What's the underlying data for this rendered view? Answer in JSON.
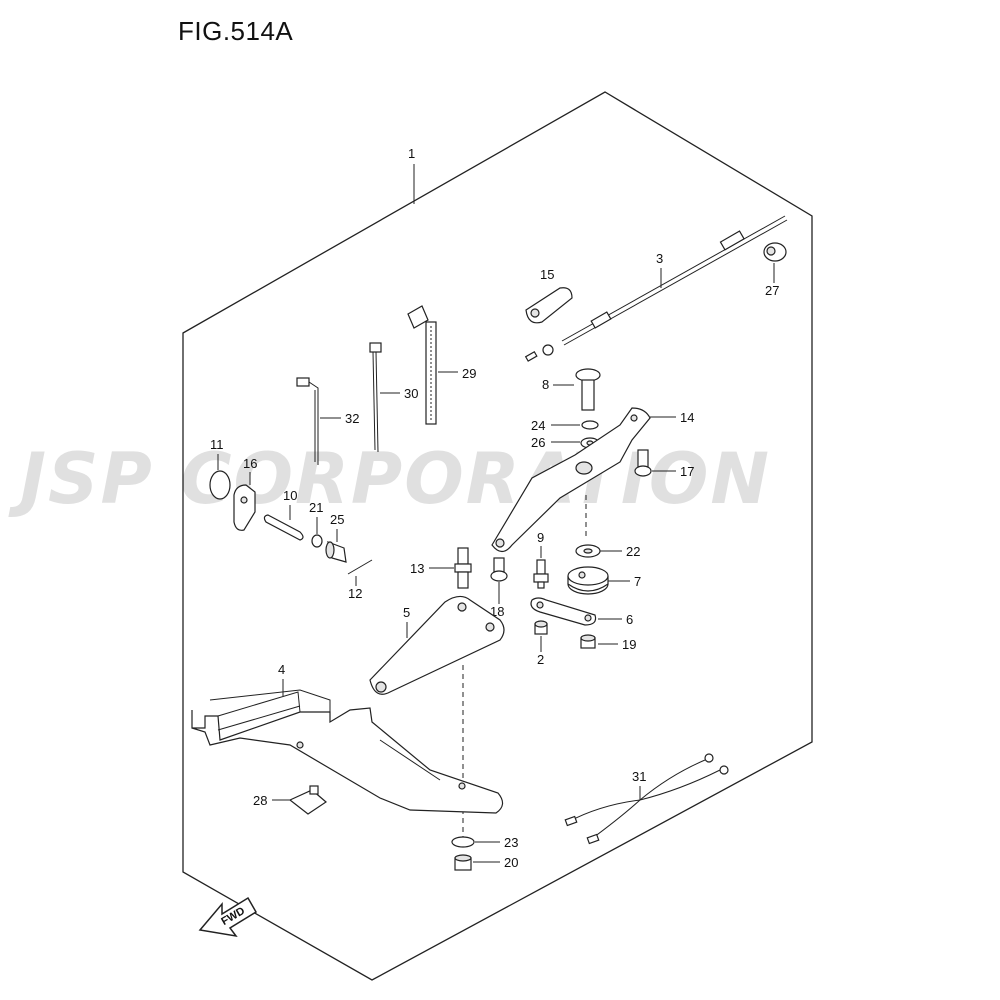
{
  "figure": {
    "title": "FIG.514A"
  },
  "watermark": {
    "text": "JSP CORPORATION"
  },
  "fwd_arrow": {
    "label": "FWD"
  },
  "callouts": {
    "c1": "1",
    "c2": "2",
    "c3": "3",
    "c4": "4",
    "c5": "5",
    "c6": "6",
    "c7": "7",
    "c8": "8",
    "c9": "9",
    "c10": "10",
    "c11": "11",
    "c12": "12",
    "c13": "13",
    "c14": "14",
    "c15": "15",
    "c16": "16",
    "c17": "17",
    "c18": "18",
    "c19": "19",
    "c20": "20",
    "c21": "21",
    "c22": "22",
    "c23": "23",
    "c24": "24",
    "c25": "25",
    "c26": "26",
    "c27": "27",
    "c28": "28",
    "c29": "29",
    "c30": "30",
    "c31": "31",
    "c32": "32"
  }
}
